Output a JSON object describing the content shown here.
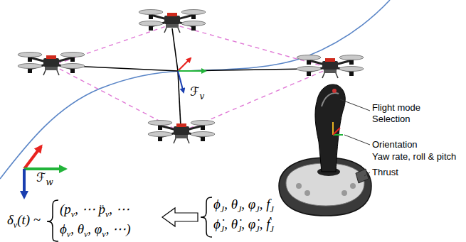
{
  "diagram": {
    "labels": [
      "ℱ",
      "v",
      "ℱ",
      "w",
      "Flight mode Selection",
      "Orientation",
      "Yaw rate, roll & pitch",
      "Thrust",
      "δ",
      "v",
      "(t) ~",
      "(p",
      "v",
      ", ⋯ p̈",
      "v",
      ", ⋯",
      "ϕ",
      "v",
      ", θ",
      "v",
      ", φ",
      "v",
      ", ⋯)",
      "ϕ",
      "J",
      ", θ",
      "J",
      ", φ",
      "J",
      ", f",
      "J",
      "ϕ̇",
      "J",
      ", θ̇",
      "J",
      ", φ̇",
      "J",
      ", ḟ",
      "J"
    ]
  }
}
